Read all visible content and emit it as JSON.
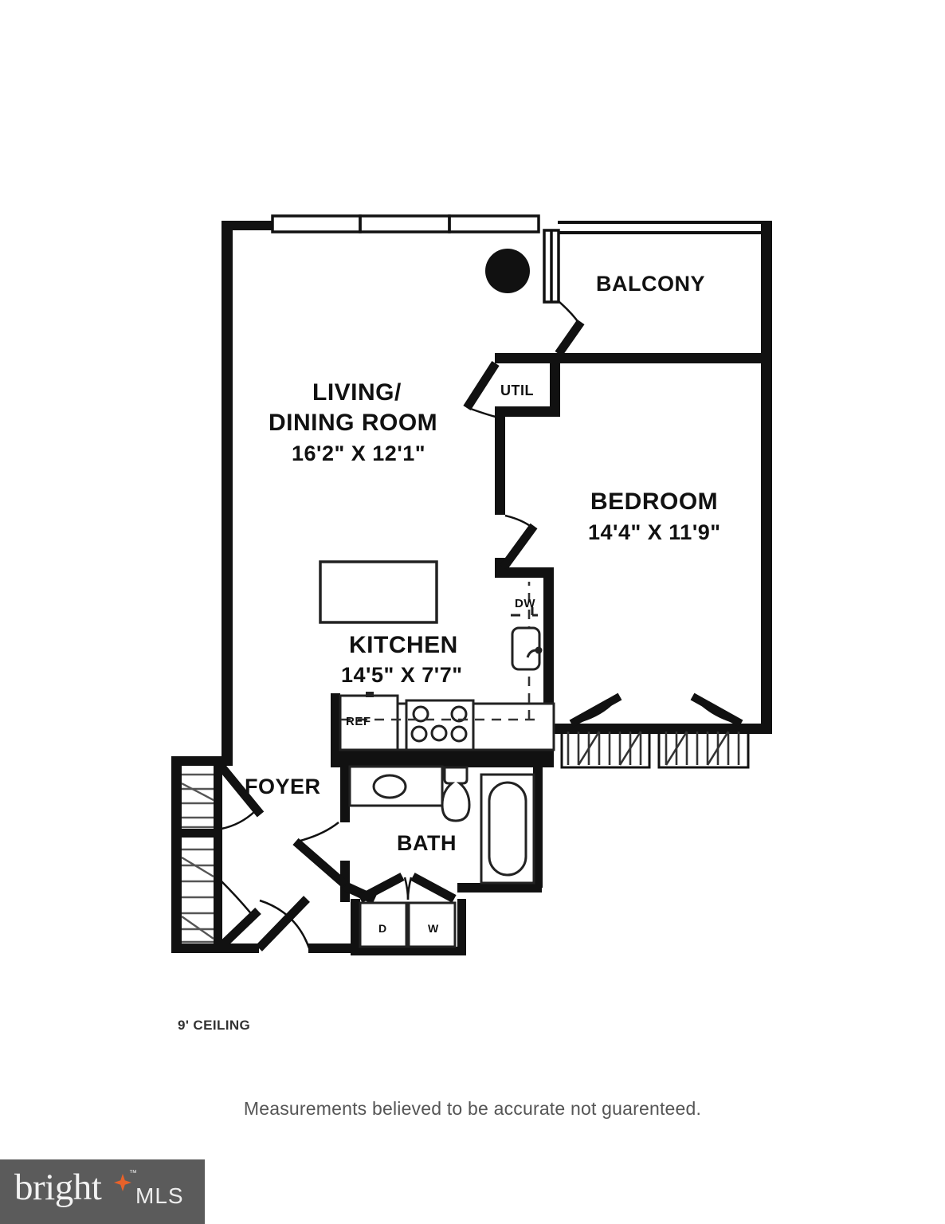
{
  "document": {
    "type": "floor-plan",
    "ceiling_note": "9' CEILING",
    "disclaimer": "Measurements believed to be accurate not guarenteed."
  },
  "rooms": [
    {
      "key": "living_dining",
      "name_line1": "LIVING/",
      "name_line2": "DINING ROOM",
      "dimensions": "16'2\" X 12'1\""
    },
    {
      "key": "bedroom",
      "name": "BEDROOM",
      "dimensions": "14'4\" X 11'9\""
    },
    {
      "key": "kitchen",
      "name": "KITCHEN",
      "dimensions": "14'5\" X 7'7\""
    },
    {
      "key": "balcony",
      "name": "BALCONY"
    },
    {
      "key": "foyer",
      "name": "FOYER"
    },
    {
      "key": "bath",
      "name": "BATH"
    },
    {
      "key": "utility",
      "name": "UTIL"
    }
  ],
  "appliances": {
    "refrigerator": "REF",
    "dishwasher": "DW",
    "dryer": "D",
    "washer": "W"
  },
  "logo": {
    "brand": "bright",
    "suffix": "MLS",
    "trademark": "™",
    "background_color": "#5b5b5b",
    "star_color": "#e8622a",
    "text_color": "#f2f2f2"
  },
  "colors": {
    "wall": "#111111",
    "fixture_line": "#222222",
    "paper": "#ffffff"
  }
}
